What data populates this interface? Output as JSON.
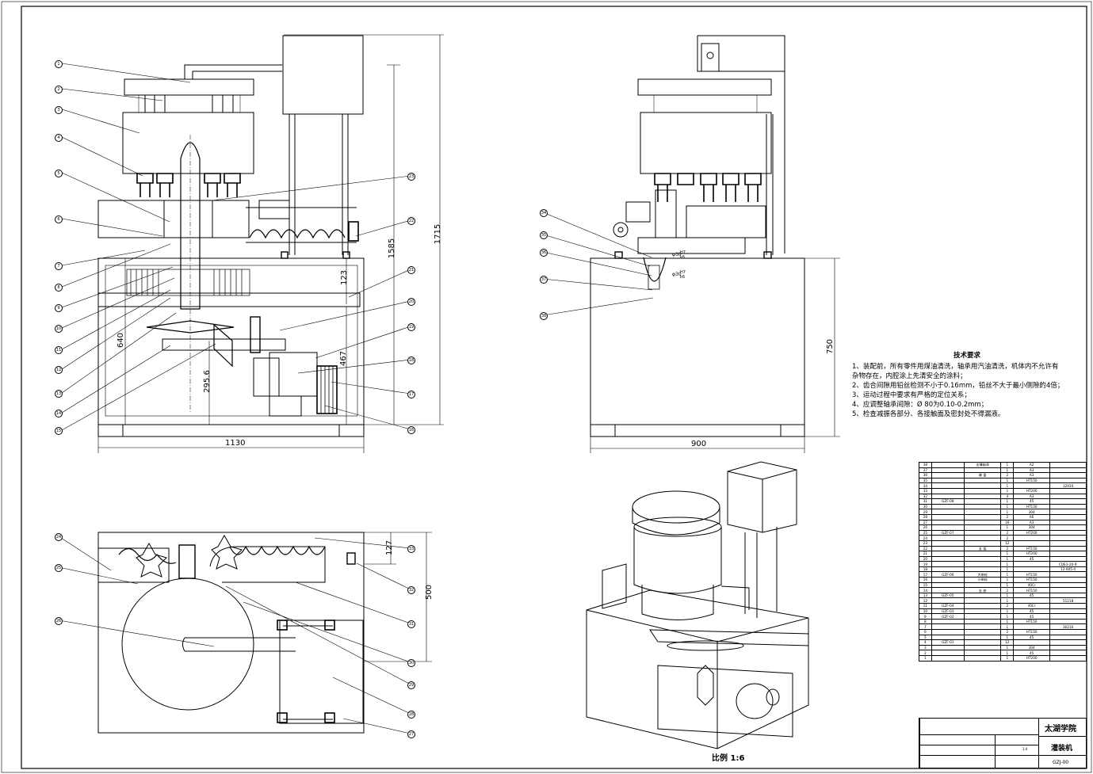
{
  "dimensions": {
    "front": [
      "1715",
      "1585",
      "123",
      "640",
      "467",
      "295.6",
      "1130"
    ],
    "side": [
      "750",
      "900"
    ],
    "top": [
      "500",
      "127"
    ],
    "fits": [
      "φ30",
      "H7",
      "k6"
    ]
  },
  "balloons": {
    "front_left": [
      "1",
      "2",
      "3",
      "4",
      "5",
      "6",
      "7",
      "8",
      "9",
      "10",
      "11",
      "12",
      "13",
      "14",
      "15"
    ],
    "front_right": [
      "23",
      "22",
      "21",
      "20",
      "19",
      "18",
      "17",
      "16"
    ],
    "side_left": [
      "34",
      "35",
      "36",
      "37",
      "38"
    ],
    "top_left": [
      "24",
      "25",
      "26"
    ],
    "top_right": [
      "33",
      "32",
      "31",
      "30",
      "29",
      "28",
      "27"
    ]
  },
  "notes": {
    "title": "技术要求",
    "lines": [
      "1、装配前，所有零件用煤油清洗，轴承用汽油清洗，机体内不允许有",
      "    杂物存在，内腔涂上先清安全的涂料；",
      "2、齿合间隙用铅丝检测不小于0.16mm，铅丝不大于最小侧隙的4倍；",
      "3、运动过程中要求有严格的定位关系；",
      "4、应调整轴承间隙：Ø 80为0.10-0.2mm；",
      "5、检查减振各部分、各接触面及密封处不得漏液。"
    ]
  },
  "scale_label": "比例 1:6",
  "bom": [
    [
      "38",
      "",
      "支撑轴承",
      "1",
      "A2",
      ""
    ],
    [
      "37",
      "",
      "",
      "1",
      "A3",
      ""
    ],
    [
      "36",
      "",
      "端 盖",
      "2",
      "A3",
      ""
    ],
    [
      "35",
      "",
      "",
      "1",
      "HT150",
      ""
    ],
    [
      "34",
      "",
      "",
      "1",
      "",
      "32910"
    ],
    [
      "33",
      "",
      "",
      "1",
      "HT200",
      ""
    ],
    [
      "32",
      "",
      "",
      "4",
      "A3",
      ""
    ],
    [
      "31",
      "GZF-08",
      "",
      "1",
      "45",
      ""
    ],
    [
      "30",
      "",
      "",
      "1",
      "HT150",
      ""
    ],
    [
      "29",
      "",
      "",
      "1",
      "304",
      ""
    ],
    [
      "28",
      "",
      "",
      "2",
      "A6",
      ""
    ],
    [
      "27",
      "",
      "",
      "16",
      "A3",
      ""
    ],
    [
      "26",
      "",
      "",
      "1",
      "304",
      ""
    ],
    [
      "25",
      "GZF-07",
      "",
      "2",
      "HT200",
      ""
    ],
    [
      "24",
      "",
      "",
      "2",
      "",
      ""
    ],
    [
      "23",
      "",
      "",
      "12",
      "",
      ""
    ],
    [
      "22",
      "",
      "支 架",
      "2",
      "HT150",
      ""
    ],
    [
      "21",
      "",
      "",
      "1",
      "HT200",
      ""
    ],
    [
      "20",
      "",
      "",
      "1",
      "45",
      ""
    ],
    [
      "19",
      "",
      "",
      "1",
      "",
      "CDE3-20-IF"
    ],
    [
      "18",
      "",
      "",
      "1",
      "",
      "12-905-4"
    ],
    [
      "17",
      "GZF-06",
      "大带轮",
      "1",
      "HT150",
      ""
    ],
    [
      "16",
      "",
      "小带轮",
      "1",
      "HT150",
      ""
    ],
    [
      "15",
      "",
      "",
      "1",
      "40Cr",
      ""
    ],
    [
      "14",
      "",
      "支 座",
      "2",
      "HT150",
      ""
    ],
    [
      "13",
      "GZF-05",
      "",
      "1",
      "45",
      ""
    ],
    [
      "12",
      "",
      "",
      "1",
      "",
      "51218"
    ],
    [
      "11",
      "GZF-04",
      "",
      "2",
      "40Cr",
      ""
    ],
    [
      "10",
      "GZF-03",
      "",
      "1",
      "45",
      ""
    ],
    [
      "9",
      "GZF-02",
      "",
      "1",
      "45",
      ""
    ],
    [
      "8",
      "",
      "",
      "1",
      "HT150",
      ""
    ],
    [
      "7",
      "",
      "",
      "1",
      "",
      "30216"
    ],
    [
      "6",
      "",
      "",
      "2",
      "HT150",
      ""
    ],
    [
      "5",
      "",
      "",
      "1",
      "45",
      ""
    ],
    [
      "4",
      "GZF-01",
      "",
      "12",
      "",
      ""
    ],
    [
      "3",
      "",
      "",
      "1",
      "304",
      ""
    ],
    [
      "2",
      "",
      "",
      "1",
      "45",
      ""
    ],
    [
      "1",
      "",
      "",
      "1",
      "HT200",
      ""
    ]
  ],
  "title_block": {
    "school": "太湖学院",
    "product": "灌装机",
    "drawing_no": "GZJ-00",
    "scale_cell": "1:4"
  }
}
